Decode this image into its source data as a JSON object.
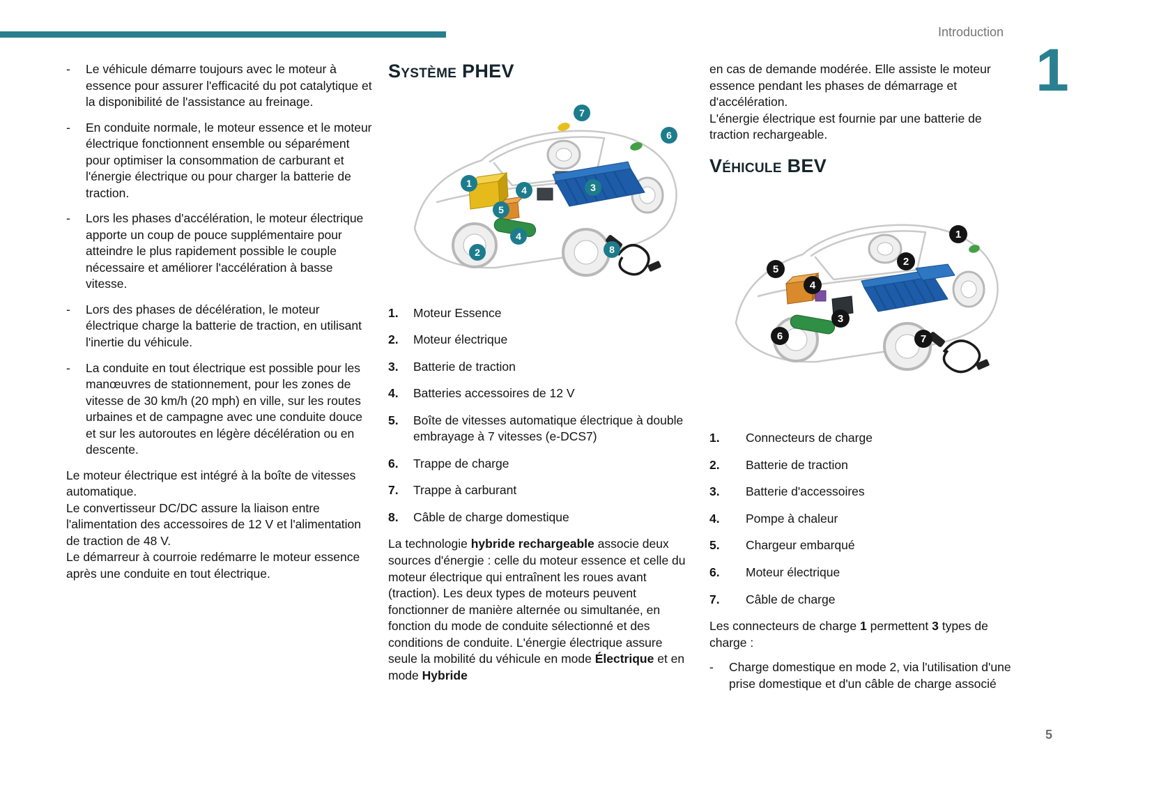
{
  "header": {
    "title": "Introduction",
    "chapter_number": "1",
    "page_number": "5",
    "bullet_marker": "-"
  },
  "colors": {
    "accent_teal": "#287e8e",
    "phev_badge": "#1c7c8c",
    "bev_badge": "#141414",
    "battery_blue": "#1e5ba8",
    "engine_yellow": "#e7ba1c",
    "motor_green": "#2f8f45"
  },
  "left": {
    "bullets": [
      "Le véhicule démarre toujours avec le moteur à essence pour assurer l'efficacité du pot catalytique et la disponibilité de l'assistance au freinage.",
      "En conduite normale, le moteur essence et le moteur électrique fonctionnent ensemble ou séparément pour optimiser la consommation de carburant et l'énergie électrique ou pour charger la batterie de traction.",
      "Lors les phases d'accélération, le moteur électrique apporte un coup de pouce supplémentaire pour atteindre le plus rapidement possible le couple nécessaire et améliorer l'accélération à basse vitesse.",
      "Lors des phases de décélération, le moteur électrique charge la batterie de traction, en utilisant l'inertie du véhicule.",
      "La conduite en tout électrique est possible pour les manœuvres de stationnement, pour les zones de vitesse de 30 km/h (20 mph) en ville, sur les routes urbaines et de campagne avec une conduite douce et sur les autoroutes en légère décélération ou en descente."
    ],
    "paragraphs": [
      "Le moteur électrique est intégré à la boîte de vitesses automatique.",
      "Le convertisseur DC/DC assure la liaison entre l'alimentation des accessoires de 12 V et l'alimentation de traction de 48 V.",
      "Le démarreur à courroie redémarre le moteur essence après une conduite en tout électrique."
    ]
  },
  "phev": {
    "heading": "Système PHEV",
    "badges": [
      "7",
      "6",
      "1",
      "4",
      "3",
      "5",
      "4",
      "2",
      "8"
    ],
    "items": [
      {
        "n": "1.",
        "label": "Moteur Essence"
      },
      {
        "n": "2.",
        "label": "Moteur électrique"
      },
      {
        "n": "3.",
        "label": "Batterie de traction"
      },
      {
        "n": "4.",
        "label": "Batteries accessoires de 12 V"
      },
      {
        "n": "5.",
        "label": "Boîte de vitesses automatique électrique à double embrayage à 7 vitesses (e-DCS7)"
      },
      {
        "n": "6.",
        "label": "Trappe de charge"
      },
      {
        "n": "7.",
        "label": "Trappe à carburant"
      },
      {
        "n": "8.",
        "label": "Câble de charge domestique"
      }
    ],
    "para": {
      "s1": "La technologie ",
      "b1": "hybride rechargeable",
      "s2": " associe deux sources d'énergie : celle du moteur essence et celle du moteur électrique qui entraînent les roues avant (traction). Les deux types de moteurs peuvent fonctionner de manière alternée ou simultanée, en fonction du mode de conduite sélectionné et des conditions de conduite. L'énergie électrique assure seule la mobilité du véhicule en mode ",
      "b2": "Électrique",
      "s3": " et en mode ",
      "b3": "Hybride"
    }
  },
  "bev": {
    "heading": "Véhicule BEV",
    "intro_paragraphs": [
      "en cas de demande modérée. Elle assiste le moteur essence pendant les phases de démarrage et d'accélération.",
      "L'énergie électrique est fournie par une batterie de traction rechargeable."
    ],
    "badges": [
      "1",
      "2",
      "5",
      "4",
      "3",
      "6",
      "7"
    ],
    "items": [
      {
        "n": "1.",
        "label": "Connecteurs de charge"
      },
      {
        "n": "2.",
        "label": "Batterie de traction"
      },
      {
        "n": "3.",
        "label": "Batterie d'accessoires"
      },
      {
        "n": "4.",
        "label": "Pompe à chaleur"
      },
      {
        "n": "5.",
        "label": "Chargeur embarqué"
      },
      {
        "n": "6.",
        "label": "Moteur électrique"
      },
      {
        "n": "7.",
        "label": "Câble de charge"
      }
    ],
    "para": {
      "s1": "Les connecteurs de charge ",
      "b1": "1",
      "s2": " permettent ",
      "b2": "3",
      "s3": " types de charge :"
    },
    "bullets": [
      "Charge domestique en mode 2, via l'utilisation d'une prise domestique et d'un câble de charge associé"
    ]
  }
}
